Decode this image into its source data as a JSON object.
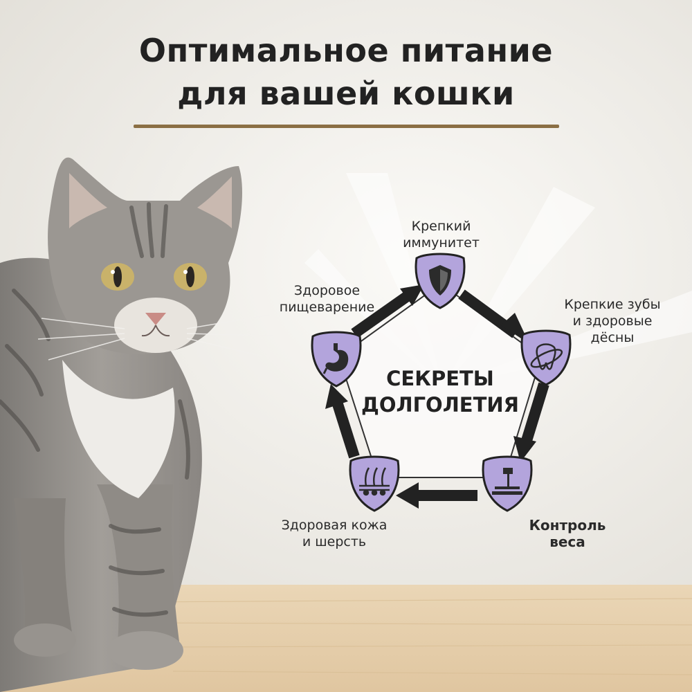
{
  "title": {
    "line1": "Оптимальное питание",
    "line2": "для вашей кошки"
  },
  "center": {
    "line1": "СЕКРЕТЫ",
    "line2": "ДОЛГОЛЕТИЯ"
  },
  "nodes": {
    "immunity": {
      "line1": "Крепкий",
      "line2": "иммунитет",
      "icon": "shield-icon"
    },
    "teeth": {
      "line1": "Крепкие зубы",
      "line2": "и здоровые",
      "line3": "дёсны",
      "icon": "tooth-icon"
    },
    "weight": {
      "line1": "Контроль",
      "line2": "веса",
      "icon": "scale-icon"
    },
    "skin": {
      "line1": "Здоровая кожа",
      "line2": "и шерсть",
      "icon": "skin-hair-icon"
    },
    "digestion": {
      "line1": "Здоровое",
      "line2": "пищеварение",
      "icon": "stomach-icon"
    }
  },
  "colors": {
    "node_fill": "#b3a4dc",
    "arrow": "#222222",
    "accent_line": "#8b6f44",
    "background": "#efede8",
    "floor": "#e7d2b0"
  }
}
